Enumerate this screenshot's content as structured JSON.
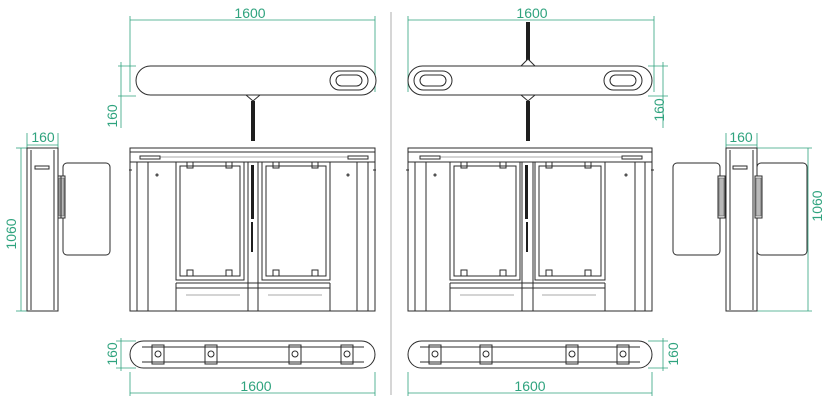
{
  "colors": {
    "dimension": "#2fa37e",
    "outline": "#2b2b2b",
    "fill_gray": "#b9b9b9"
  },
  "top_left": {
    "width_label": "1600",
    "height_label": "160"
  },
  "top_right": {
    "width_label": "1600",
    "height_label": "160"
  },
  "side_left": {
    "width_label": "160",
    "height_label": "1060"
  },
  "side_right": {
    "width_label": "160",
    "height_label": "1060"
  },
  "bottom_left": {
    "width_label": "1600",
    "height_label": "160"
  },
  "bottom_right": {
    "width_label": "1600",
    "height_label": "160"
  }
}
